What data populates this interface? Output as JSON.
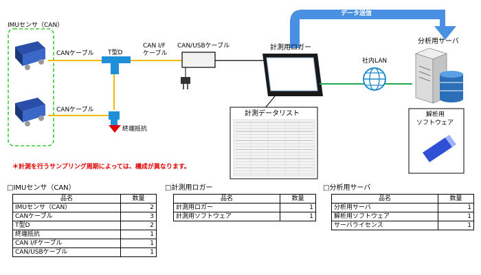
{
  "diagram": {
    "imu_group_label": "IMUセンサ（CAN）",
    "can_cable_1": "CANケーブル",
    "can_cable_2": "CANケーブル",
    "t_connector": "T型D",
    "can_if_cable_1": "CAN I/F",
    "can_if_cable_2": "ケーブル",
    "can_usb_cable": "CAN/USBケーブル",
    "terminator": "終端抵抗",
    "logger": "計測用ロガー",
    "network": "社内LAN",
    "server": "分析用サーバ",
    "data_transfer": "データ送信",
    "data_list": "計測データリスト",
    "analysis_sw_1": "解析用",
    "analysis_sw_2": "ソフトウェア",
    "note": "＊計測を行うサンプリング周期によっては、構成が異なります。"
  },
  "tables": [
    {
      "title": "□IMUセンサ（CAN）",
      "col_name": "品名",
      "col_qty": "数量",
      "rows": [
        {
          "name": "IMUセンサ（CAN）",
          "qty": "2"
        },
        {
          "name": "CANケーブル",
          "qty": "3"
        },
        {
          "name": "T型D",
          "qty": "2"
        },
        {
          "name": "終端抵抗",
          "qty": "1"
        },
        {
          "name": "CAN I/Fケーブル",
          "qty": "1"
        },
        {
          "name": "CAN/USBケーブル",
          "qty": "1"
        }
      ]
    },
    {
      "title": "□計測用ロガー",
      "col_name": "品名",
      "col_qty": "数量",
      "rows": [
        {
          "name": "計測用ロガー",
          "qty": "1"
        },
        {
          "name": "計測用ソフトウェア",
          "qty": "1"
        }
      ]
    },
    {
      "title": "□分析用サーバ",
      "col_name": "品名",
      "col_qty": "数量",
      "rows": [
        {
          "name": "分析用サーバ",
          "qty": "1"
        },
        {
          "name": "解析用ソフトウェア",
          "qty": "1"
        },
        {
          "name": "サーバライセンス",
          "qty": "1"
        }
      ]
    }
  ]
}
